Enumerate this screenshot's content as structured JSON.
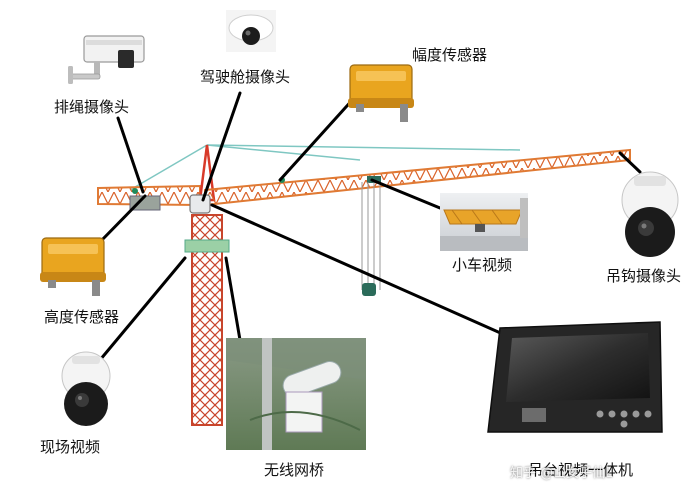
{
  "labels": {
    "rope_camera": "排绳摄像头",
    "cab_camera": "驾驶舱摄像头",
    "amplitude_sensor": "幅度传感器",
    "trolley_video": "小车视频",
    "hook_camera": "吊钩摄像头",
    "height_sensor": "高度传感器",
    "site_video": "现场视频",
    "wireless_bridge": "无线网桥",
    "cab_monitor": "吊台视频一体机"
  },
  "watermark": "知乎 @山女子仙L",
  "colors": {
    "crane_orange": "#e8742a",
    "crane_red": "#d83a2a",
    "sensor_yellow": "#e9a51f",
    "tie_cyan": "#7fc7c2",
    "leader_line": "#000000",
    "monitor_frame": "#222222"
  }
}
